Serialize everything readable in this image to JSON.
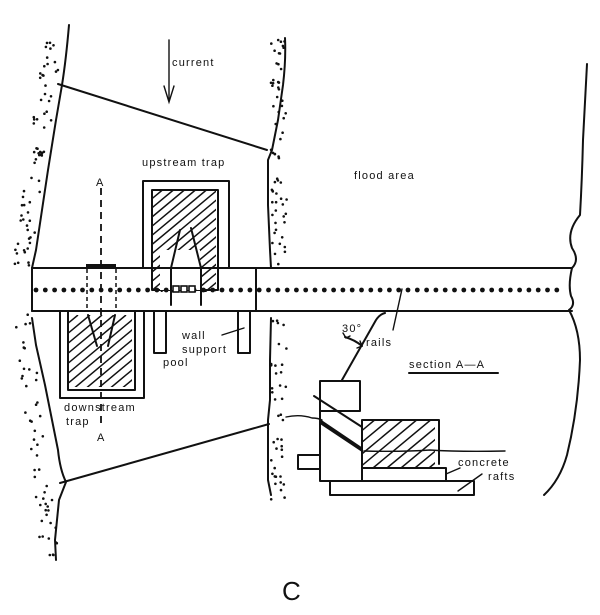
{
  "figure": {
    "panel_label": "C",
    "labels": {
      "current": "current",
      "upstream_trap": "upstream trap",
      "flood_area": "flood area",
      "wall": "wall",
      "support": "support",
      "pool": "pool",
      "downstream": "downstream",
      "trap": "trap",
      "section_marker_top": "A",
      "section_marker_bottom": "A",
      "angle": "30°",
      "rails": "rails",
      "section_title": "section A—A",
      "concrete": "concrete",
      "rafts": "rafts"
    }
  }
}
